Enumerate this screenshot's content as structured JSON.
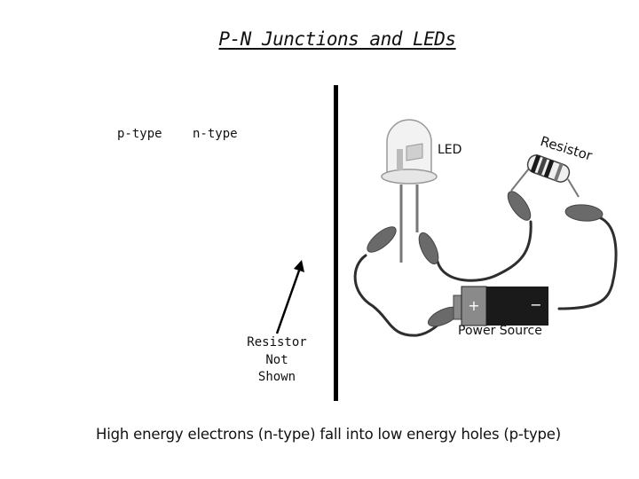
{
  "title": "P-N Junctions and LEDs",
  "labels": {
    "p_type": "p-type",
    "n_type": "n-type",
    "led": "LED",
    "resistor": "Resistor",
    "power_source": "Power Source",
    "battery_plus": "+",
    "battery_minus": "−"
  },
  "note": {
    "line1": "Resistor",
    "line2": "Not",
    "line3": "Shown"
  },
  "caption": "High energy electrons (n-type) fall into low energy holes (p-type)",
  "colors": {
    "wire": "#2e2e2e",
    "clip": "#6a6a6a",
    "battery_body": "#1a1a1a",
    "battery_cap": "#8a8a8a"
  }
}
